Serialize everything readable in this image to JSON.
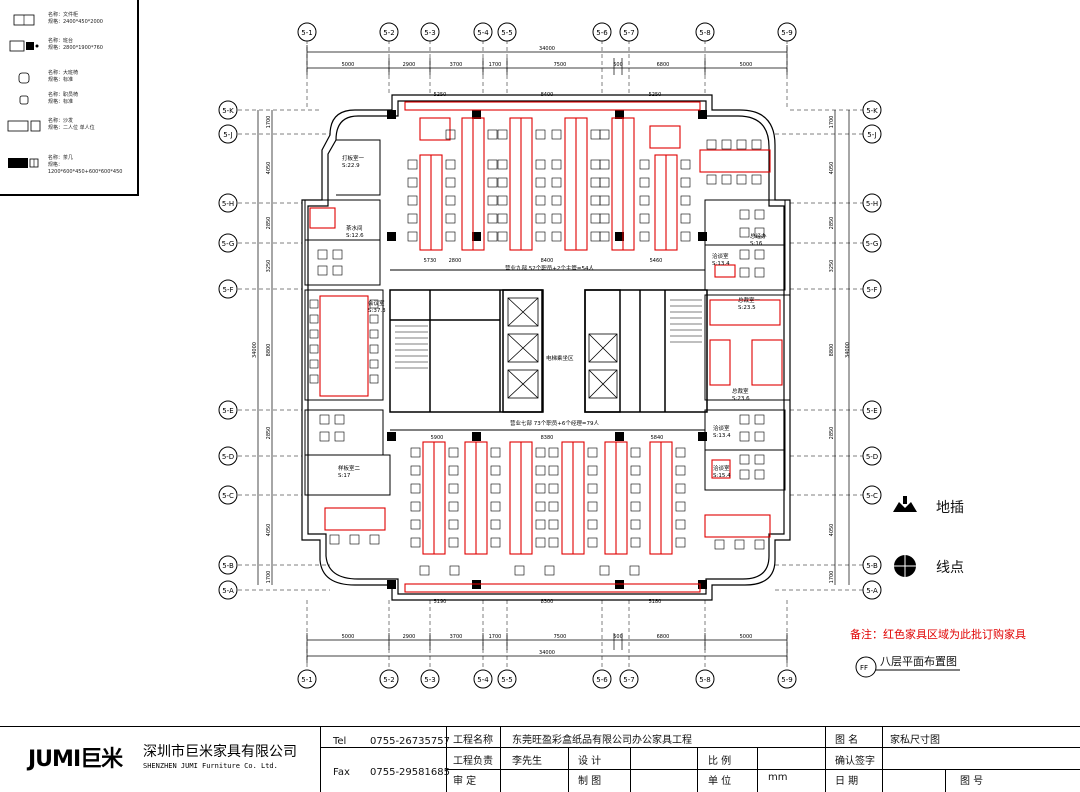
{
  "grid_axes_top": [
    "5-1",
    "5-2",
    "5-3",
    "5-4",
    "5-5",
    "5-6",
    "5-7",
    "5-8",
    "5-9"
  ],
  "grid_axes_bottom": [
    "5-1",
    "5-2",
    "5-3",
    "5-4",
    "5-5",
    "5-6",
    "5-7",
    "5-8",
    "5-9"
  ],
  "grid_axes_left": [
    "5-K",
    "5-J",
    "5-H",
    "5-G",
    "5-F",
    "5-E",
    "5-D",
    "5-C",
    "5-B",
    "5-A"
  ],
  "grid_axes_right": [
    "5-K",
    "5-J",
    "5-H",
    "5-G",
    "5-F",
    "5-E",
    "5-D",
    "5-C",
    "5-B",
    "5-A"
  ],
  "dims_top_total": "34000",
  "dims_top_segments": [
    "5000",
    "2900",
    "3700",
    "1700",
    "7500",
    "500",
    "6800",
    "5000"
  ],
  "dims_bottom_total": "34000",
  "dims_bottom_segments": [
    "5000",
    "2900",
    "3700",
    "1700",
    "7500",
    "500",
    "6800",
    "5000"
  ],
  "dims_left_segments": [
    "1700",
    "4050",
    "2850",
    "3250",
    "8800",
    "2850",
    "4050",
    "1700"
  ],
  "dims_left_total": "34000",
  "dims_right_segments": [
    "1700",
    "4050",
    "2850",
    "3250",
    "8800",
    "2850",
    "4050",
    "1700"
  ],
  "dims_right_total": "34000",
  "rooms": {
    "meeting_top_left": "打板室一\nS:22.9",
    "tea_room": "茶水间\nS:12.6",
    "meeting_large": "会议室\nS:37.3",
    "pattern_room_2": "样板室二\nS:17",
    "office_right_1": "总经办\nS:16",
    "office_right_2": "洽谈室\nS:13.4",
    "office_right_3": "总裁室一\nS:23.5",
    "office_right_4": "总裁室\nS:23.6",
    "office_right_5": "洽谈室\nS:13.4",
    "office_right_6": "洽谈室\nS:15.4",
    "elevator_hall": "电梯乘坐区",
    "open_office_top": "营业九部 52个职员+2个主管=54人",
    "open_office_bottom": "营业七部 73个职员+6个经理=79人"
  },
  "top_row_dims": [
    "5250",
    "8400",
    "5250"
  ],
  "top_sub_dims": [
    "5730",
    "2800",
    "8400",
    "5460"
  ],
  "bottom_row_dims": [
    "5900",
    "8380",
    "5840"
  ],
  "bottom_sub_dims": [
    "5190",
    "8300",
    "5180"
  ],
  "symbol_legend": {
    "floor_socket": "地插",
    "wire_point": "线点"
  },
  "note": "备注：红色家具区域为此批订购家具",
  "drawing_title": "八层平面布置图",
  "legend_top_left": [
    {
      "name": "名称：文件柜",
      "spec": "规格：2400*450*2000"
    },
    {
      "name": "名称：班台",
      "spec": "规格：2800*1900*760"
    },
    {
      "name": "名称：大班椅",
      "spec": "规格：标准"
    },
    {
      "name": "名称：职员椅",
      "spec": "规格：标准"
    },
    {
      "name": "名称：沙发",
      "spec": "规格：二人位 单人位"
    },
    {
      "name": "名称：茶几",
      "spec": "规格：1200*600*450+600*600*450"
    }
  ],
  "titleblock": {
    "logo": "JUMI巨米",
    "company_cn": "深圳市巨米家具有限公司",
    "company_en": "SHENZHEN JUMI Furniture Co. Ltd.",
    "tel_label": "Tel",
    "tel_value": "0755-26735757",
    "fax_label": "Fax",
    "fax_value": "0755-29581685",
    "project_name_label": "工程名称",
    "project_name_value": "东莞旺盈彩盒纸品有限公司办公家具工程",
    "project_lead_label": "工程负责",
    "project_lead_value": "李先生",
    "design_label": "设  计",
    "review_label": "审  定",
    "drafting_label": "制  图",
    "scale_label": "比  例",
    "unit_label": "单  位",
    "unit_value": "mm",
    "drawing_name_label": "图  名",
    "drawing_name_value": "家私尺寸图",
    "confirm_label": "确认签字",
    "date_label": "日  期",
    "drawing_no_label": "图  号"
  },
  "colors": {
    "line": "#000000",
    "furniture_red": "#e00000",
    "note_red": "#e00000",
    "background": "#ffffff"
  }
}
